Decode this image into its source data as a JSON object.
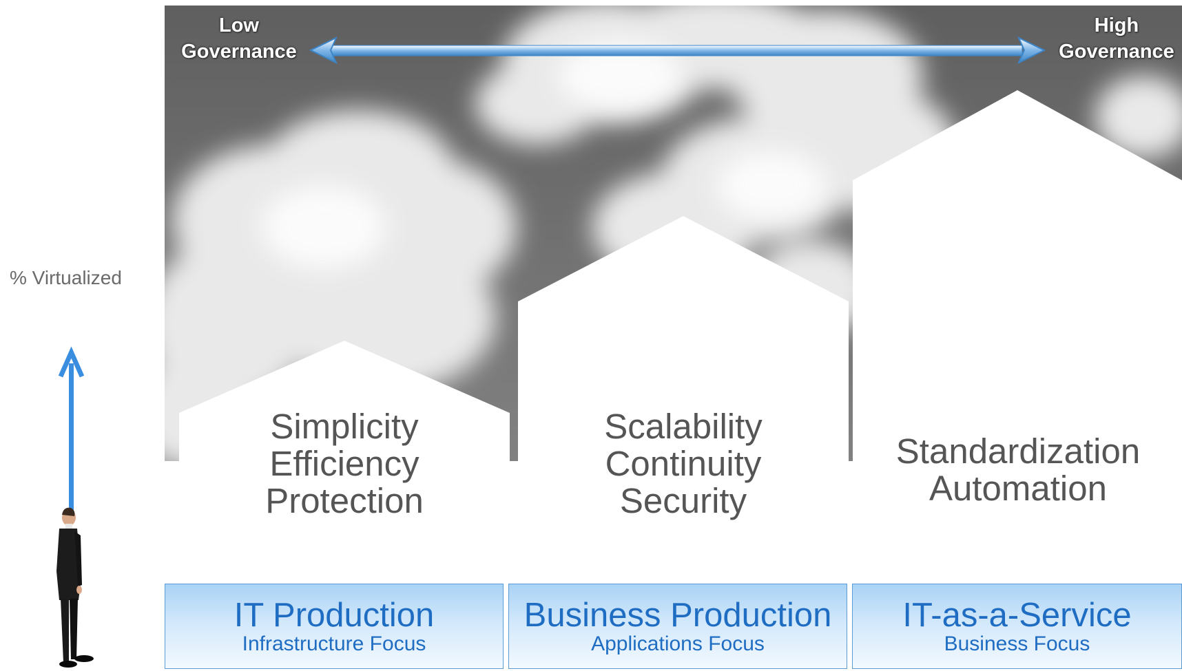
{
  "axis": {
    "label": "% Virtualized",
    "low_line1": "Low",
    "low_line2": "Governance",
    "high_line1": "High",
    "high_line2": "Governance"
  },
  "stages": [
    {
      "lines": [
        "Simplicity",
        "Efficiency",
        "Protection"
      ],
      "title": "IT Production",
      "focus": "Infrastructure Focus"
    },
    {
      "lines": [
        "Scalability",
        "Continuity",
        "Security"
      ],
      "title": "Business Production",
      "focus": "Applications Focus"
    },
    {
      "lines": [
        "Standardization",
        "Automation"
      ],
      "title": "IT-as-a-Service",
      "focus": "Business Focus"
    }
  ],
  "colors": {
    "accent_blue": "#1f6dc2",
    "arrow_blue": "#3a8ee0",
    "sky_gray": "#6f6f6f",
    "text_gray": "#555555"
  },
  "icons": [
    "up-arrow-icon",
    "double-arrow-icon",
    "businessman-figure"
  ]
}
